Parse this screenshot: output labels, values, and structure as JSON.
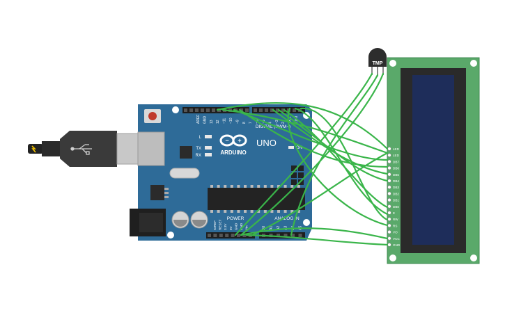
{
  "arduino": {
    "logo": "ARDUINO",
    "model": "UNO",
    "digital_label": "DIGITAL (PWM~)",
    "analog_label": "ANALOG IN",
    "power_label": "POWER",
    "on_label": "ON",
    "led_labels": [
      "L",
      "TX",
      "RX"
    ],
    "top_pin_labels": [
      "AREF",
      "GND",
      "13",
      "12",
      "~11",
      "~10",
      "~9",
      "8",
      "7",
      "~6",
      "~5",
      "4",
      "~3",
      "2",
      "TX 1",
      "RX 0"
    ],
    "power_pin_labels": [
      "IOREF",
      "RESET",
      "3.3V",
      "5V",
      "GND",
      "GND",
      "Vin"
    ],
    "analog_pin_labels": [
      "A0",
      "A1",
      "A2",
      "A3",
      "A4",
      "A5"
    ]
  },
  "sensor": {
    "label": "TMP"
  },
  "lcd": {
    "pin_labels": [
      "LED",
      "LED",
      "DB7",
      "DB6",
      "DB5",
      "DB4",
      "DB3",
      "DB2",
      "DB1",
      "DB0",
      "E",
      "RW",
      "RS",
      "VO",
      "VCC",
      "GND"
    ]
  },
  "colors": {
    "board": "#2e6b98",
    "wire": "#3ab54a",
    "lcd_pcb": "#5aa96a",
    "lcd_screen": "#1e2d5a",
    "usb_body": "#3a3a3a",
    "usb_plug": "#c8c8c8",
    "sensor": "#2d2d2d"
  }
}
